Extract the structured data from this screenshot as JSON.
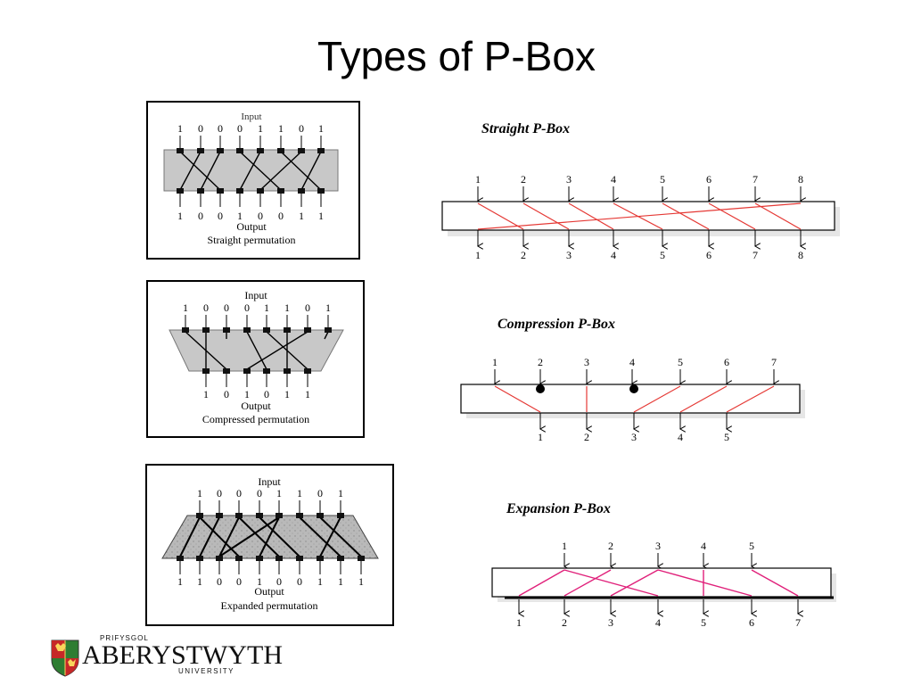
{
  "slide": {
    "title": "Types of P-Box"
  },
  "panels": [
    {
      "input_label": "Input",
      "output_label": "Output",
      "caption": "Straight permutation",
      "input_bits": [
        "1",
        "0",
        "0",
        "0",
        "1",
        "1",
        "0",
        "1"
      ],
      "output_bits": [
        "1",
        "0",
        "0",
        "1",
        "0",
        "0",
        "1",
        "1"
      ]
    },
    {
      "input_label": "Input",
      "output_label": "Output",
      "caption": "Compressed permutation",
      "input_bits": [
        "1",
        "0",
        "0",
        "0",
        "1",
        "1",
        "0",
        "1"
      ],
      "output_bits": [
        "1",
        "0",
        "1",
        "0",
        "1",
        "1"
      ]
    },
    {
      "input_label": "Input",
      "output_label": "Output",
      "caption": "Expanded permutation",
      "input_bits": [
        "1",
        "0",
        "0",
        "0",
        "1",
        "1",
        "0",
        "1"
      ],
      "output_bits": [
        "1",
        "1",
        "0",
        "0",
        "1",
        "0",
        "0",
        "1",
        "1",
        "1"
      ]
    }
  ],
  "pboxes": [
    {
      "title": "Straight P-Box",
      "inputs": [
        "1",
        "2",
        "3",
        "4",
        "5",
        "6",
        "7",
        "8"
      ],
      "outputs": [
        "1",
        "2",
        "3",
        "4",
        "5",
        "6",
        "7",
        "8"
      ]
    },
    {
      "title": "Compression P-Box",
      "inputs": [
        "1",
        "2",
        "3",
        "4",
        "5",
        "6",
        "7"
      ],
      "outputs": [
        "1",
        "2",
        "3",
        "4",
        "5"
      ]
    },
    {
      "title": "Expansion P-Box",
      "inputs": [
        "1",
        "2",
        "3",
        "4",
        "5"
      ],
      "outputs": [
        "1",
        "2",
        "3",
        "4",
        "5",
        "6",
        "7"
      ]
    }
  ],
  "logo": {
    "welsh": "PRIFYSGOL",
    "name": "ABERYSTWYTH",
    "university": "UNIVERSITY"
  },
  "colors": {
    "wire": "#e53935",
    "wire_expansion": "#e0207a",
    "box_fill": "#c8c8c8"
  }
}
